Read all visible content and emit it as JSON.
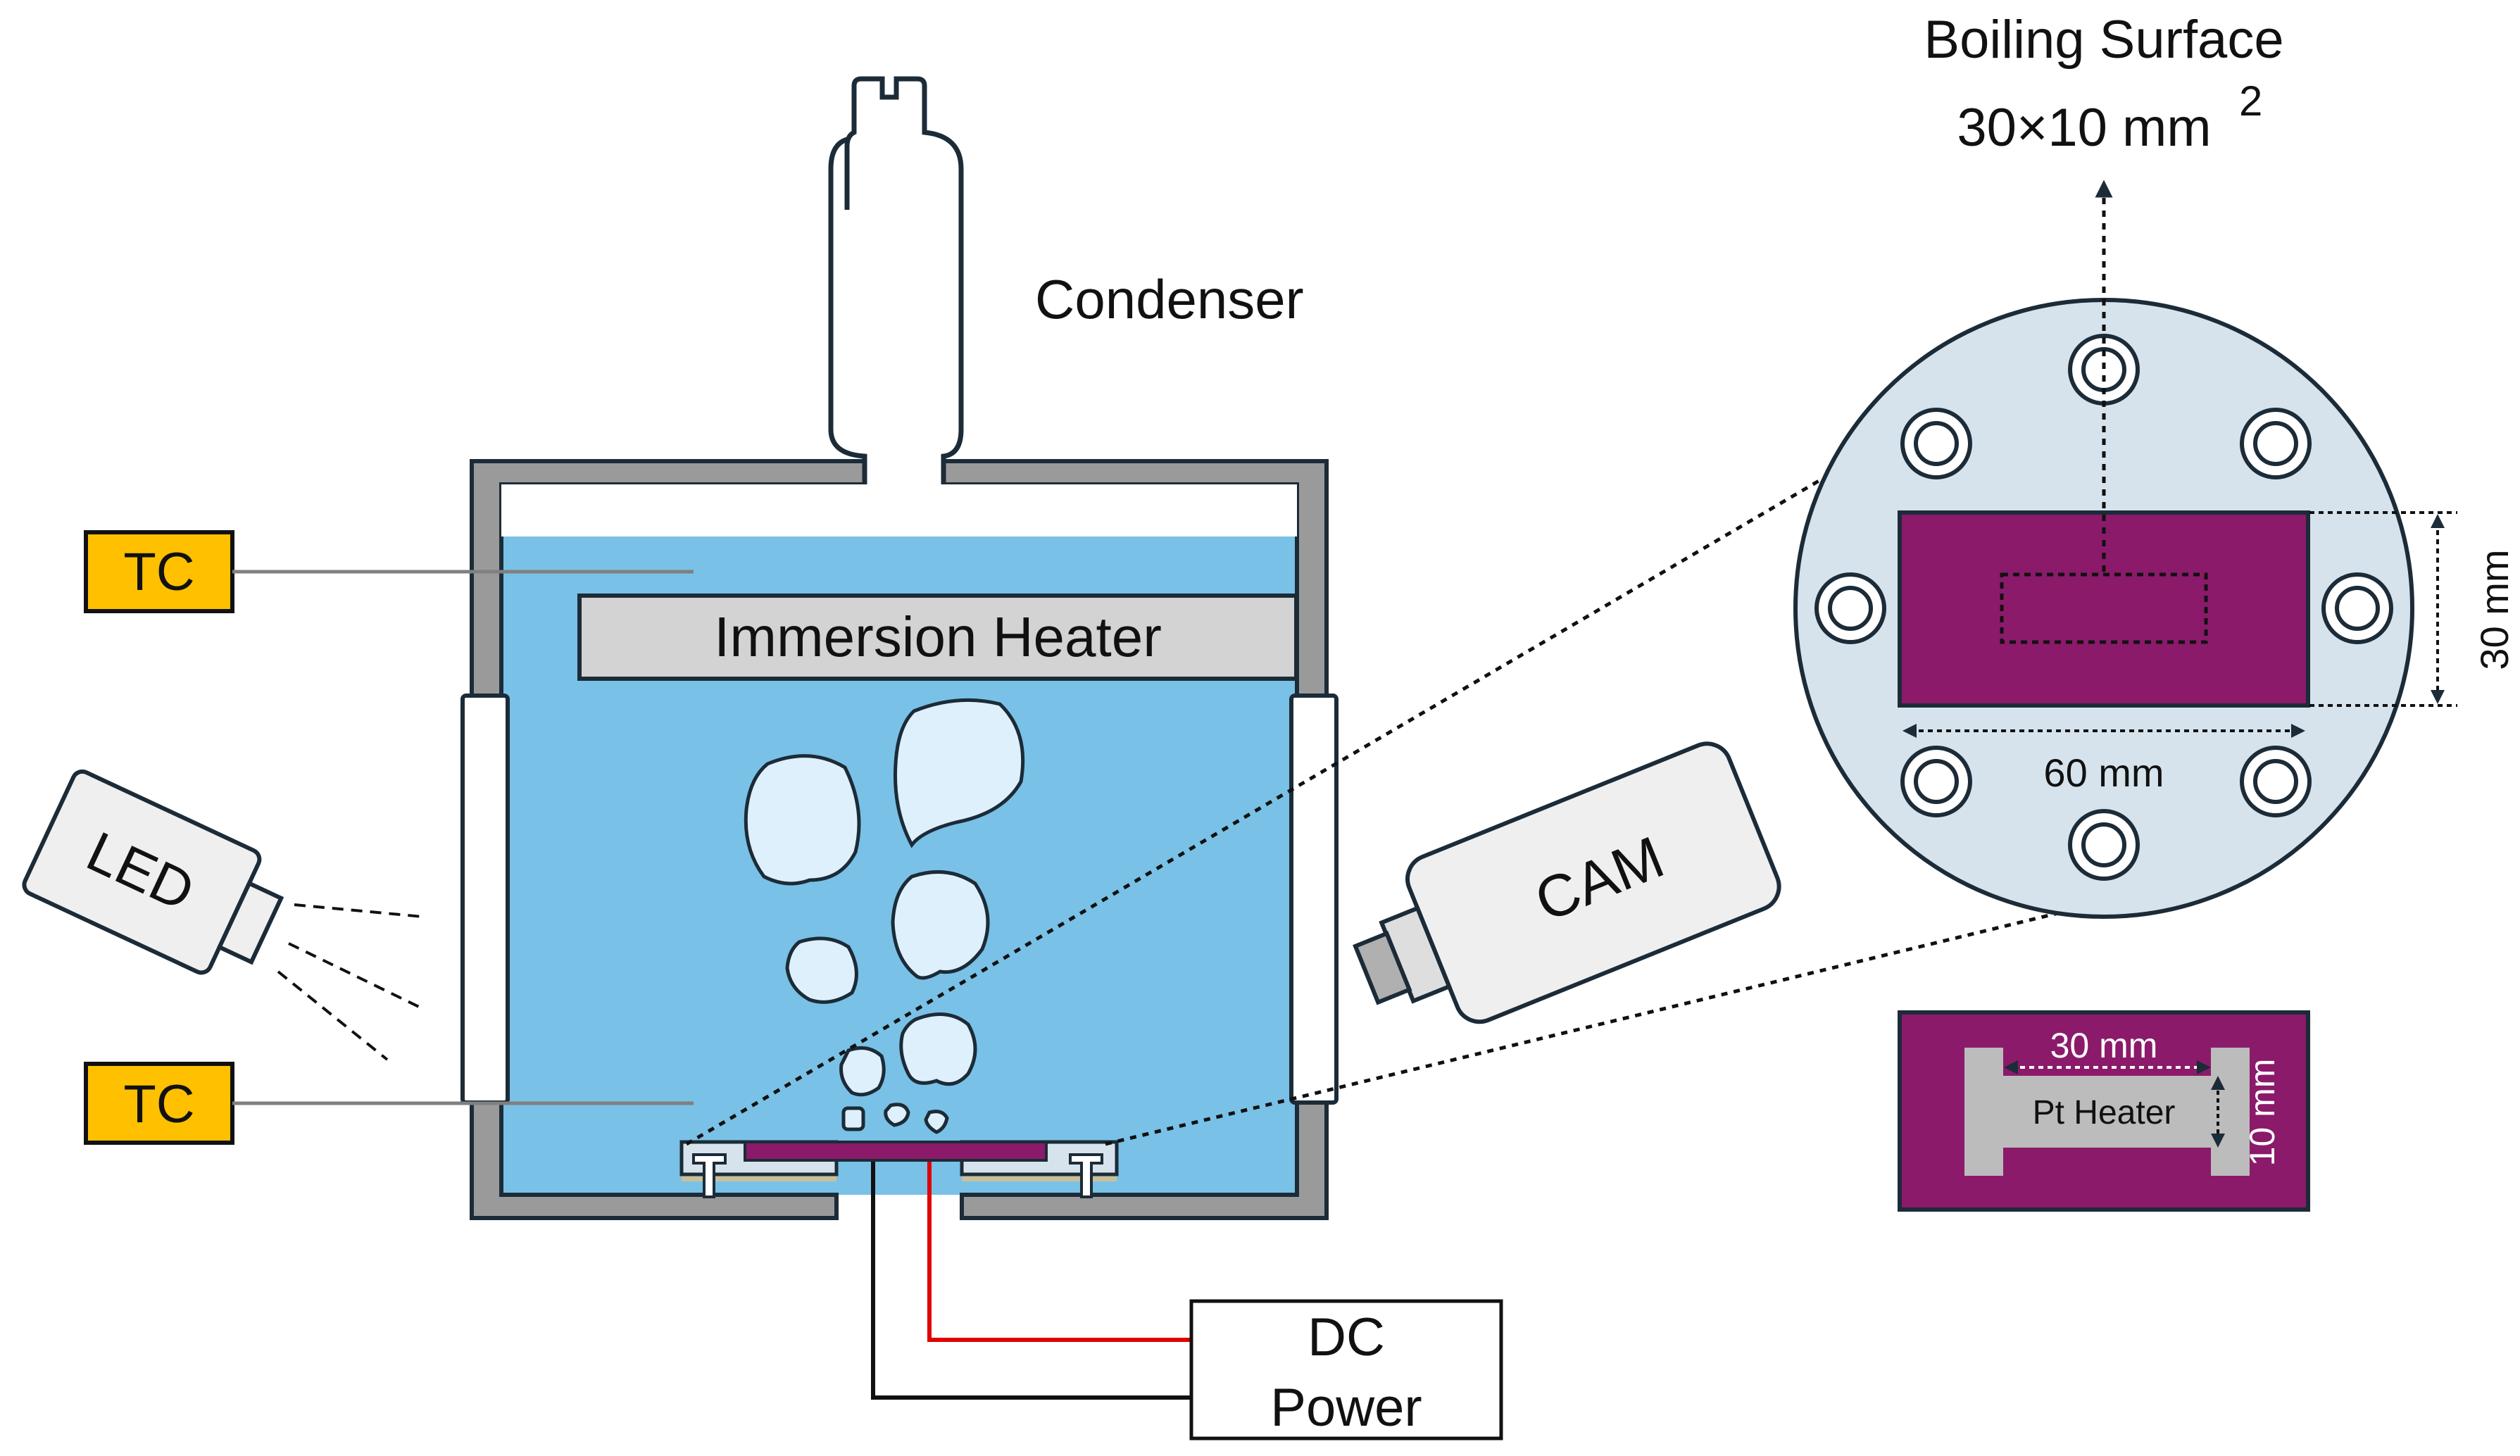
{
  "labels": {
    "condenser": "Condenser",
    "immersion_heater": "Immersion Heater",
    "tc_top": "TC",
    "tc_bottom": "TC",
    "led": "LED",
    "cam": "CAM",
    "dc_power_line1": "DC",
    "dc_power_line2": "Power",
    "boiling_surface_title": "Boiling Surface",
    "boiling_surface_dims": "30×10 mm",
    "boiling_surface_exp": "2",
    "flange_width": "60 mm",
    "flange_height": "30 mm",
    "heater_width": "30 mm",
    "heater_height": "10 mm",
    "pt_heater": "Pt Heater"
  },
  "colors": {
    "water": "#79c1e6",
    "wall": "#9a9a9a",
    "outline": "#1c2b38",
    "tc_box": "#ffc000",
    "purple": "#8b1a6b",
    "flange": "#d7e3ec",
    "bubble": "#ddf0fb",
    "heater": "#d3d3d3",
    "camera": "#efefef",
    "wire_red": "#e00000"
  }
}
